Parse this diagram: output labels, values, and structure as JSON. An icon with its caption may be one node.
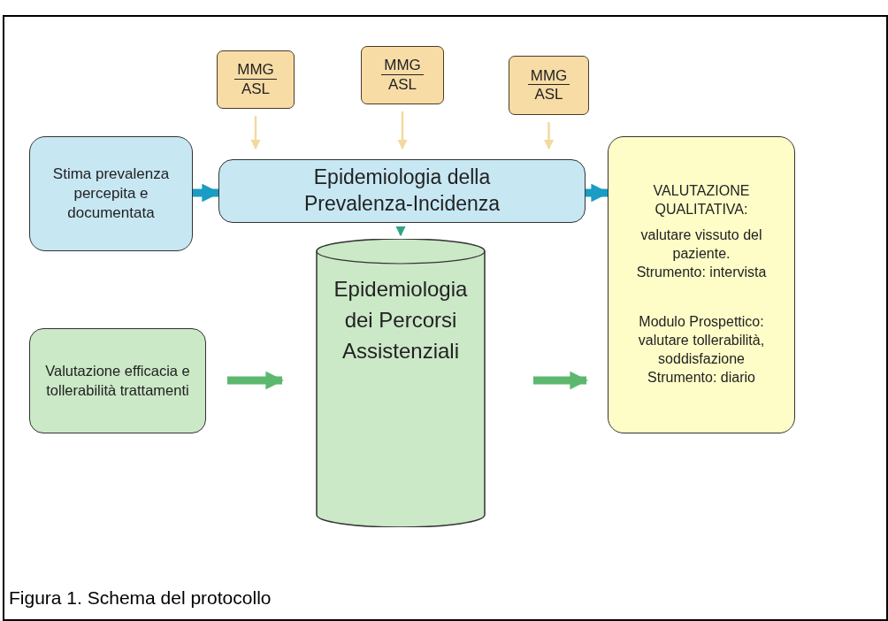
{
  "diagram": {
    "caption": "Figura 1. Schema del protocollo",
    "nodes": [
      {
        "text": [
          "MMG",
          "ASL"
        ]
      },
      {
        "text": [
          "MMG",
          "ASL"
        ]
      },
      {
        "text": [
          "MMG",
          "ASL"
        ]
      },
      {
        "text": [
          "Stima prevalenza percepita e documentata"
        ]
      },
      {
        "text": [
          "Epidemiologia della Prevalenza-Incidenza"
        ]
      },
      {
        "text": [
          "VALUTAZIONE QUALITATIVA:",
          "valutare vissuto del paziente.",
          "Strumento: intervista",
          "Modulo Prospettico: valutare tollerabilità, soddisfazione",
          "Strumento: diario"
        ]
      },
      {
        "text": [
          "Valutazione efficacia e tollerabilità trattamenti"
        ]
      },
      {
        "text": [
          "Epidemiologia dei Percorsi Assistenziali"
        ]
      }
    ],
    "edges": [
      {
        "from": 0,
        "to": 4,
        "arrow": "to"
      },
      {
        "from": 1,
        "to": 4,
        "arrow": "to"
      },
      {
        "from": 2,
        "to": 4,
        "arrow": "to"
      },
      {
        "from": 3,
        "to": 4,
        "arrow": "to",
        "style": "thick",
        "color": "#1a9cc4"
      },
      {
        "from": 4,
        "to": 5,
        "arrow": "to",
        "style": "thick",
        "color": "#1a9cc4"
      },
      {
        "from": 4,
        "to": 7,
        "arrow": "to",
        "color": "#2fa487"
      },
      {
        "from": 6,
        "to": 7,
        "arrow": "to",
        "style": "thick",
        "color": "#5cb86e"
      },
      {
        "from": 7,
        "to": 5,
        "arrow": "to",
        "style": "thick",
        "color": "#5cb86e"
      }
    ]
  }
}
